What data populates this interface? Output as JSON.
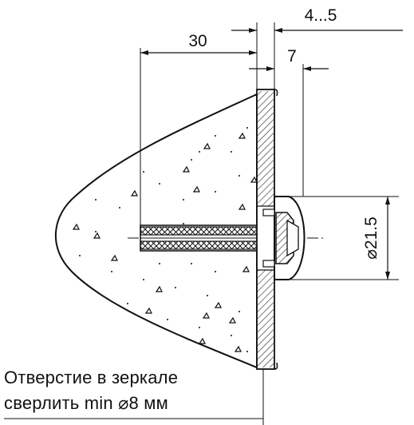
{
  "dimensions": {
    "depth": "30",
    "glass_thickness": "4...5",
    "clamp_offset": "7",
    "cap_diameter": "⌀21.5"
  },
  "note": {
    "line1": "Отверстие в зеркале",
    "line2": "сверлить min ⌀8 мм"
  },
  "colors": {
    "line": "#111111",
    "background": "#ffffff"
  }
}
